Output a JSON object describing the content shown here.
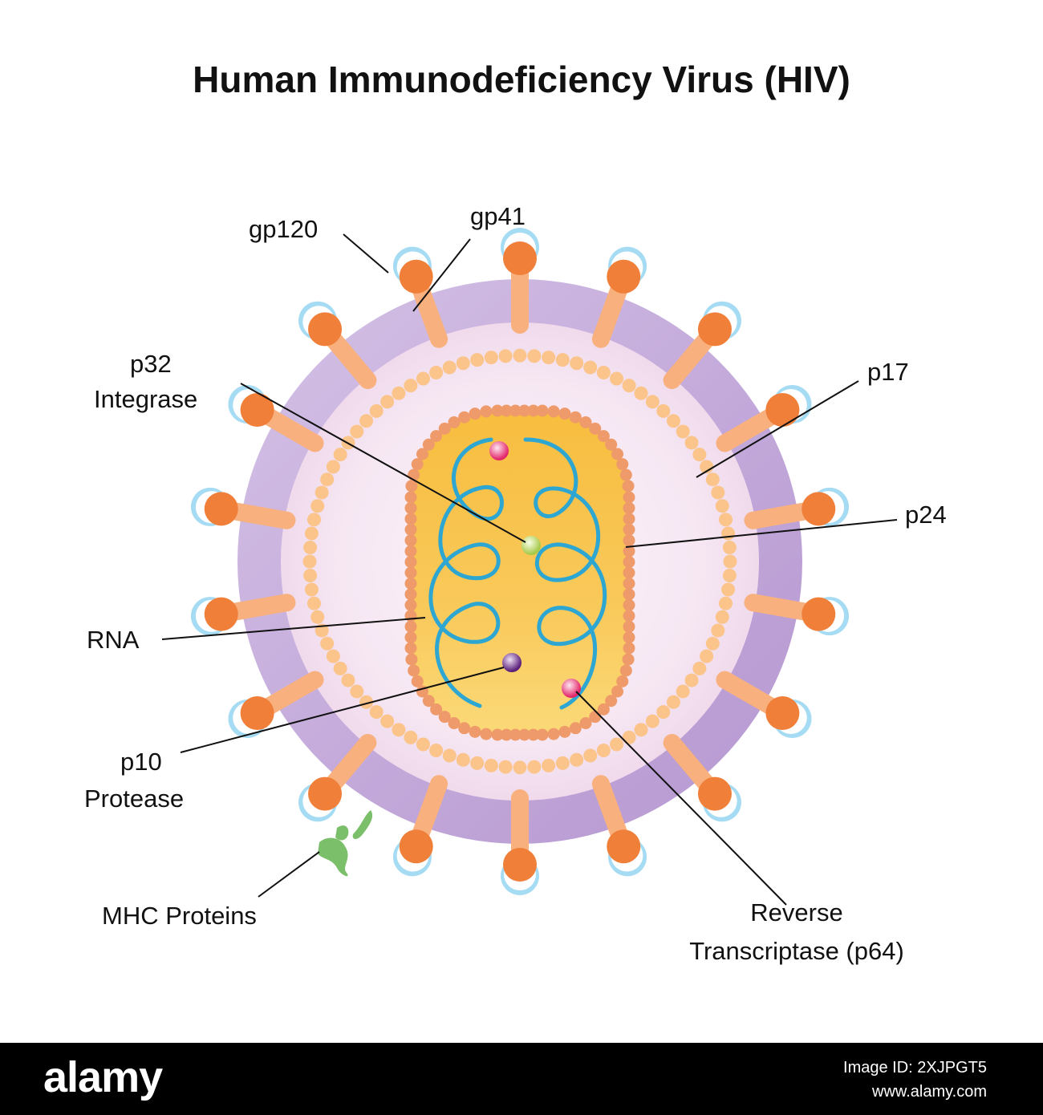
{
  "title": "Human Immunodeficiency Virus (HIV)",
  "labels": {
    "gp120": "gp120",
    "gp41": "gp41",
    "p32_line1": "p32",
    "p32_line2": "Integrase",
    "p17": "p17",
    "p24": "p24",
    "rna": "RNA",
    "p10_line1": "p10",
    "p10_line2": "Protease",
    "mhc": "MHC Proteins",
    "rt_line1": "Reverse",
    "rt_line2": "Transcriptase (p64)"
  },
  "footer": {
    "logo": "alamy",
    "image_id": "Image ID: 2XJPGT5",
    "url": "www.alamy.com"
  },
  "colors": {
    "envelope": "#c6b0dc",
    "matrix_dots": "#fbc68f",
    "capsid": "#f8c44a",
    "capsid_dots": "#ef9a6a",
    "rna": "#2ea6d2",
    "spike_stem": "#f6a46e",
    "spike_head": "#f07f3a",
    "spike_cap": "#8fd0ee",
    "mhc": "#7cbf6a"
  }
}
